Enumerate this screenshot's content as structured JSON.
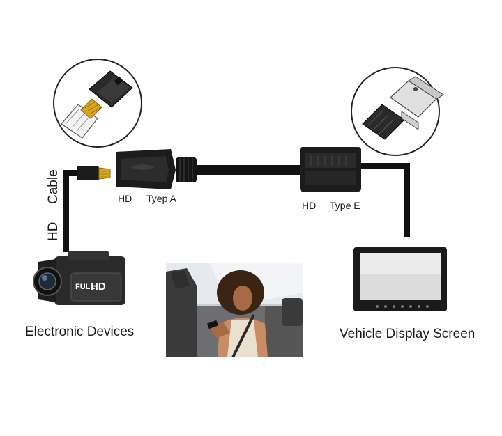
{
  "cable_side_label": {
    "word_hd": "HD",
    "word_cable": "Cable"
  },
  "connector_a": {
    "label_hd": "HD",
    "label_type": "Tyep A"
  },
  "connector_e": {
    "label_hd": "HD",
    "label_type": "Type E"
  },
  "devices": {
    "source_label": "Electronic Devices",
    "display_label": "Vehicle Display Screen",
    "camcorder_badge_top": "FULL",
    "camcorder_badge_bottom": "HD"
  },
  "colors": {
    "cable": "#111111",
    "connector_body": "#1c1c1c",
    "gold_pin": "#d9a520",
    "screen_glass": "#dcdcdc",
    "photo_bg": "#c9cdd3"
  }
}
